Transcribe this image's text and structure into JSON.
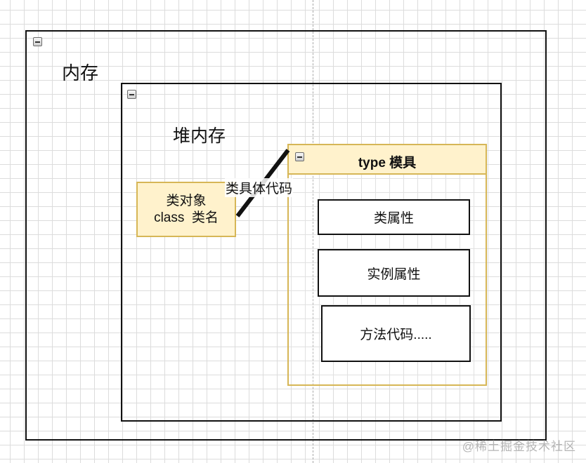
{
  "diagram": {
    "outer_container": {
      "title": "内存"
    },
    "heap_container": {
      "title": "堆内存"
    },
    "class_object": {
      "line1": "类对象",
      "line2": "class  类名"
    },
    "type_template": {
      "title": "type 模具",
      "items": [
        "类属性",
        "实例属性",
        "方法代码....."
      ]
    },
    "edge_label": "类具体代码",
    "colors": {
      "node_fill": "#fff2cc",
      "node_border": "#d6b656",
      "stroke": "#111111",
      "grid": "#dcdcdc"
    }
  },
  "watermark": "@稀土掘金技术社区"
}
